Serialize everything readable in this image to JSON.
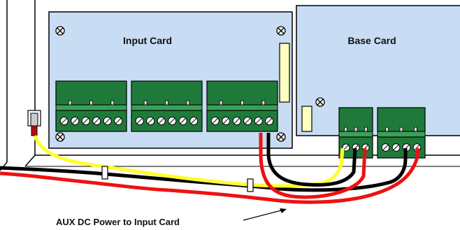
{
  "input_card": {
    "title": "Input Card"
  },
  "base_card": {
    "title": "Base Card"
  },
  "caption": "AUX DC Power to Input Card",
  "colors": {
    "card_fill": "#c8dcf3",
    "connector_green": "#1f7a3a",
    "terminal_green": "#3aa056",
    "wire_red": "#ee1111",
    "wire_black": "#000000",
    "wire_yellow": "#ffff33",
    "connector_cream": "#ffffc0"
  }
}
